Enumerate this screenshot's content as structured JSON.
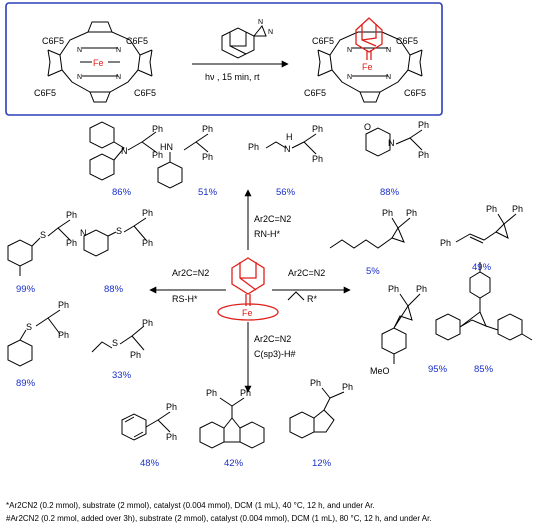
{
  "top": {
    "c6f5": "C6F5",
    "fe": "Fe",
    "n": "N",
    "conditions": "hν , 15 min, rt"
  },
  "center": {
    "fe": "Fe"
  },
  "branches": {
    "up": {
      "line1": "Ar2C=N2",
      "line2": "RN-H*"
    },
    "left": {
      "line1": "Ar2C=N2",
      "line2": "RS-H*"
    },
    "right": {
      "line1": "Ar2C=N2",
      "line2": "R*"
    },
    "down": {
      "line1": "Ar2C=N2",
      "line2": "C(sp3)-H#"
    }
  },
  "labels": {
    "ph": "Ph",
    "hn": "HN",
    "h": "H",
    "n": "N",
    "o": "O",
    "s": "S",
    "meo": "MeO"
  },
  "yields": {
    "nh": [
      "86%",
      "51%",
      "56%",
      "88%"
    ],
    "sh_left": [
      "99%",
      "89%"
    ],
    "sh_mid": [
      "88%",
      "33%"
    ],
    "cyclo": [
      "5%",
      "49%",
      "95%",
      "85%"
    ],
    "ch": [
      "48%",
      "42%",
      "12%"
    ]
  },
  "footnotes": {
    "a": "*Ar2CN2 (0.2 mmol), substrate (2 mmol), catalyst (0.004 mmol), DCM (1 mL), 40 °C, 12 h, and under Ar.",
    "b": "#Ar2CN2 (0.2 mmol, added over 3h), substrate (2 mmol), catalyst (0.004 mmol), DCM (1 mL), 80 °C, 12 h, and under Ar."
  }
}
